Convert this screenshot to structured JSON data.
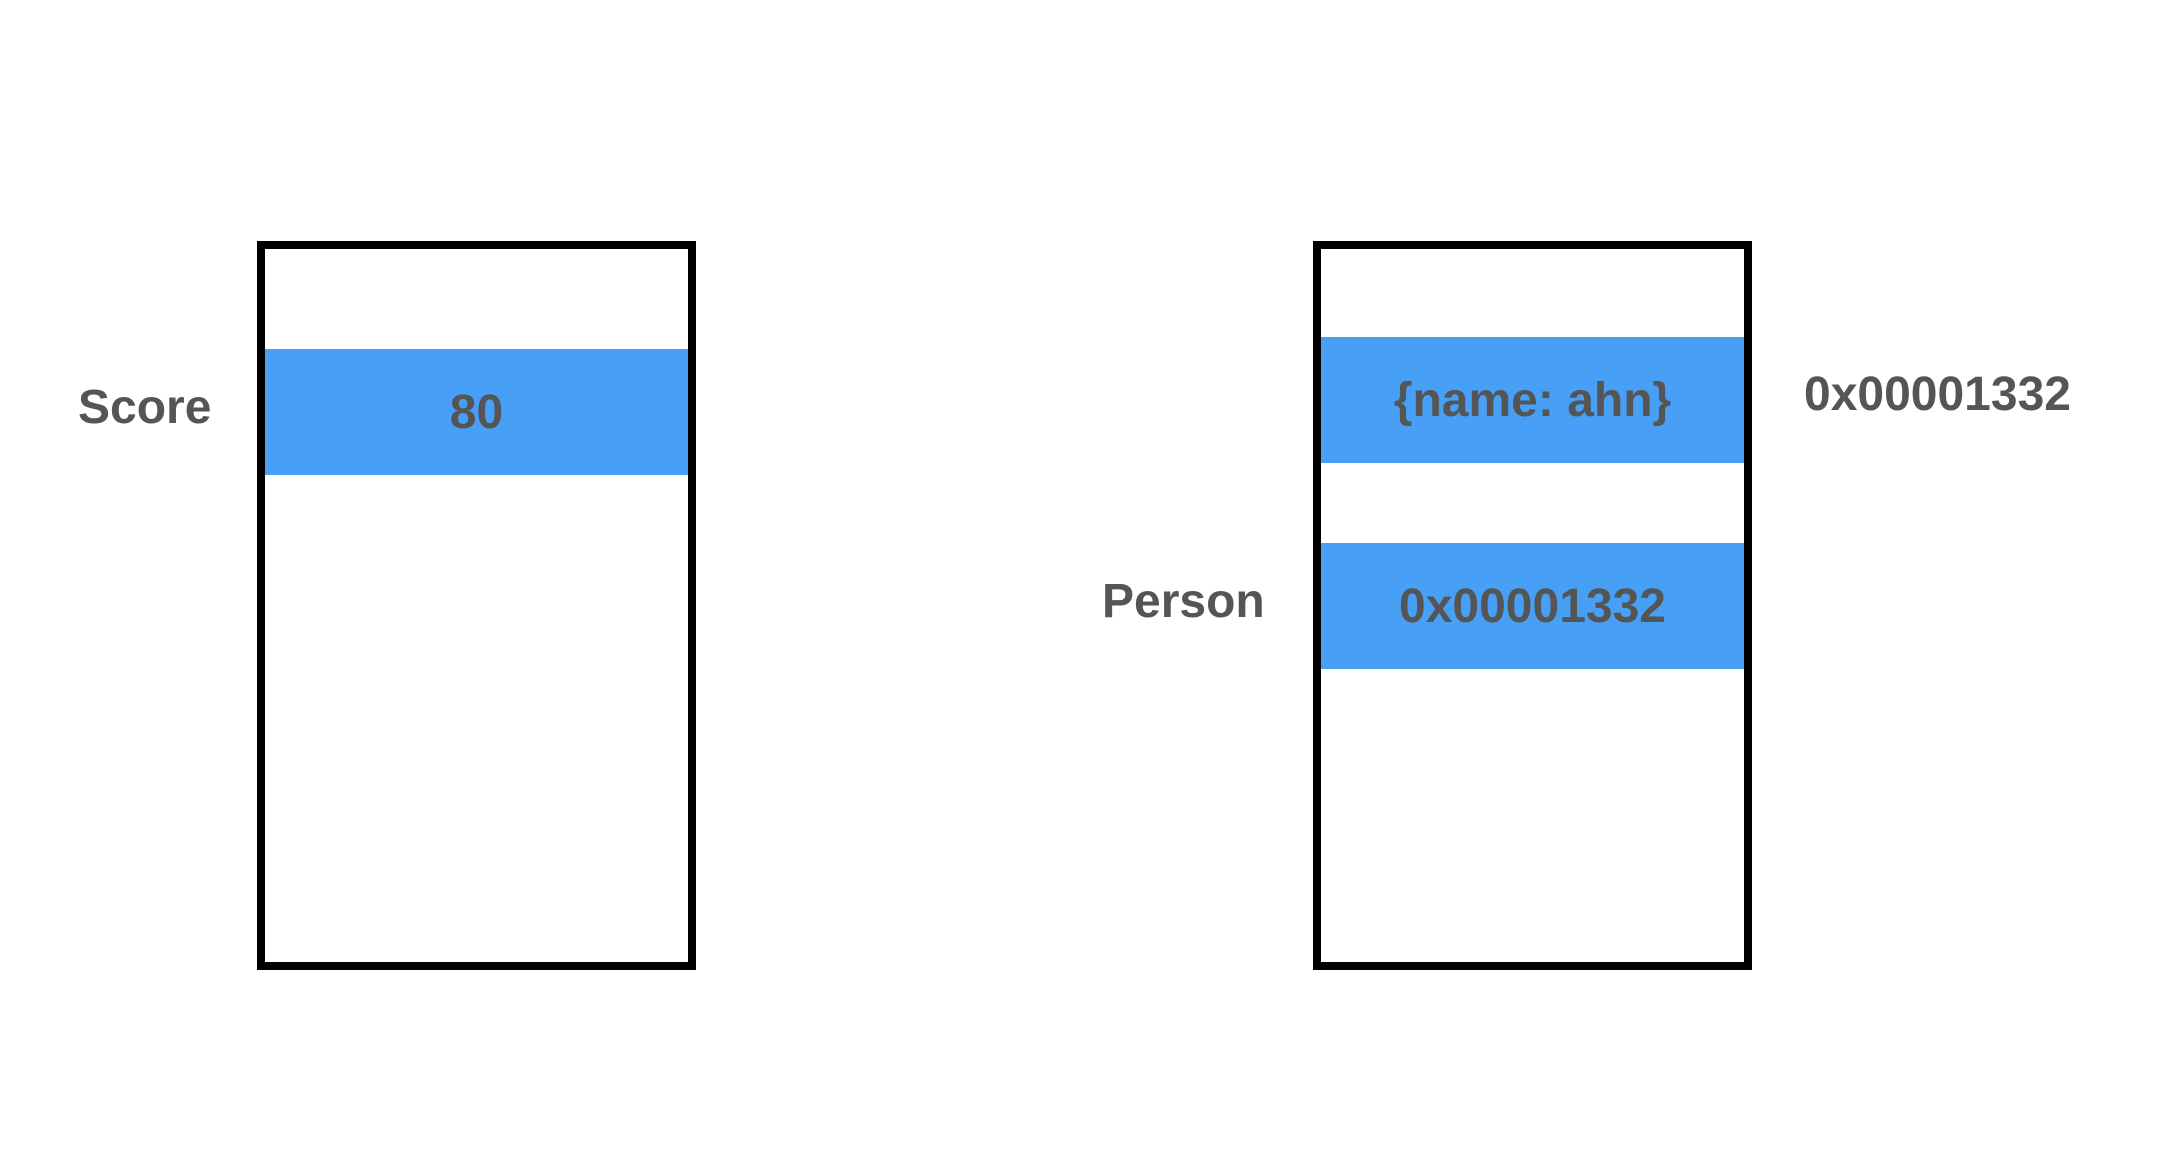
{
  "colors": {
    "cell_fill": "#489ff6",
    "text": "#555555",
    "border": "#000000",
    "background": "#ffffff"
  },
  "left_memory": {
    "variable_label": "Score",
    "cell_value": "80"
  },
  "right_memory": {
    "variable_label": "Person",
    "object_cell_value": "{name: ahn}",
    "reference_cell_value": "0x00001332",
    "object_address_label": "0x00001332"
  }
}
